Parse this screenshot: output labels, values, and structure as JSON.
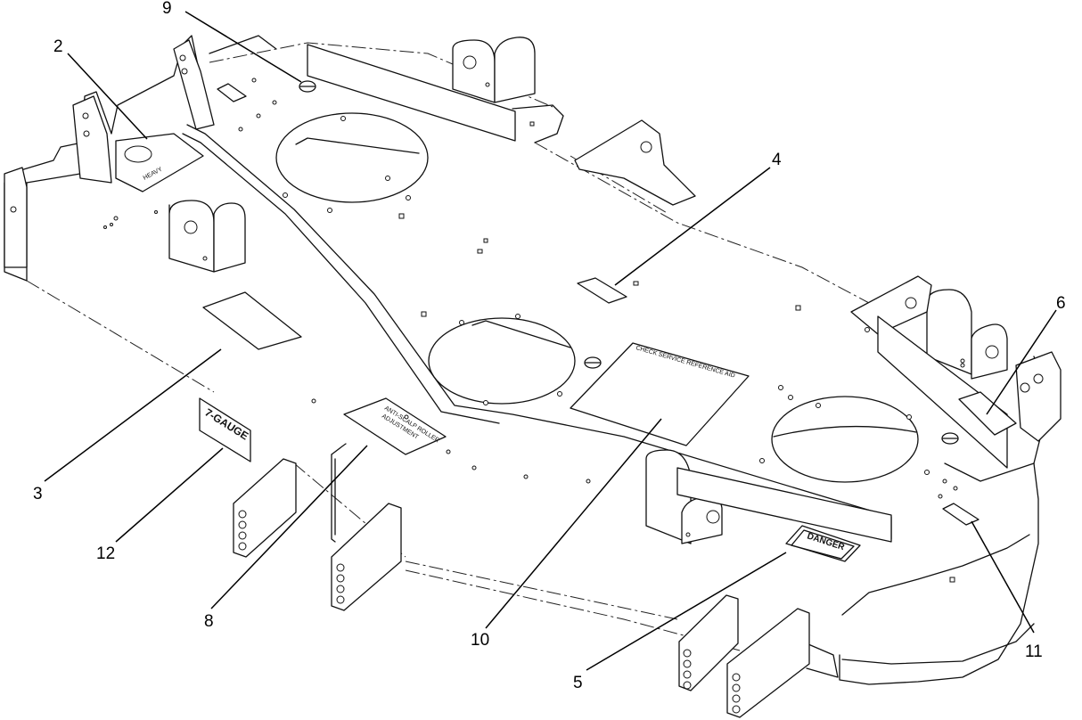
{
  "callouts": [
    {
      "num": "2"
    },
    {
      "num": "3"
    },
    {
      "num": "4"
    },
    {
      "num": "5"
    },
    {
      "num": "6"
    },
    {
      "num": "8"
    },
    {
      "num": "9"
    },
    {
      "num": "10"
    },
    {
      "num": "11"
    },
    {
      "num": "12"
    }
  ],
  "decals": {
    "danger": "DANGER",
    "service_reference": "CHECK SERVICE REFERENCE AID",
    "gauge": "7-GAUGE",
    "roller_adjustment_line1": "ANTI-SCALP ROLLER",
    "roller_adjustment_line2": "ADJUSTMENT",
    "brand": "HEAVY"
  }
}
